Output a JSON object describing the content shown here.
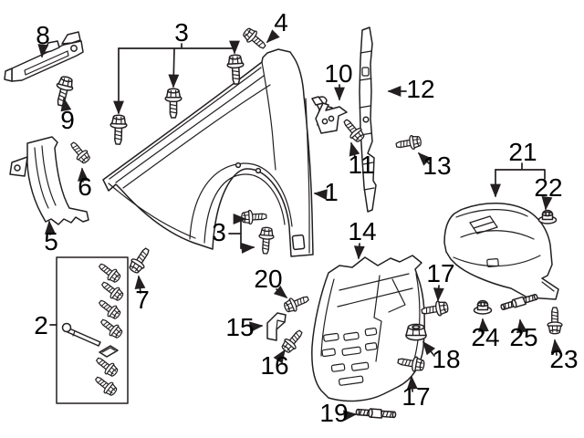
{
  "figure": {
    "background": "#ffffff",
    "line_color": "#231f20",
    "label_color": "#000000"
  },
  "callouts": {
    "c1": "1",
    "c2": "2",
    "c3a": "3",
    "c3b": "3",
    "c4": "4",
    "c5": "5",
    "c6": "6",
    "c7": "7",
    "c8": "8",
    "c9": "9",
    "c10": "10",
    "c11": "11",
    "c12": "12",
    "c13": "13",
    "c14": "14",
    "c15": "15",
    "c16": "16",
    "c17a": "17",
    "c17b": "17",
    "c18": "18",
    "c19": "19",
    "c20": "20",
    "c21": "21",
    "c22": "22",
    "c23": "23",
    "c24": "24",
    "c25": "25"
  }
}
